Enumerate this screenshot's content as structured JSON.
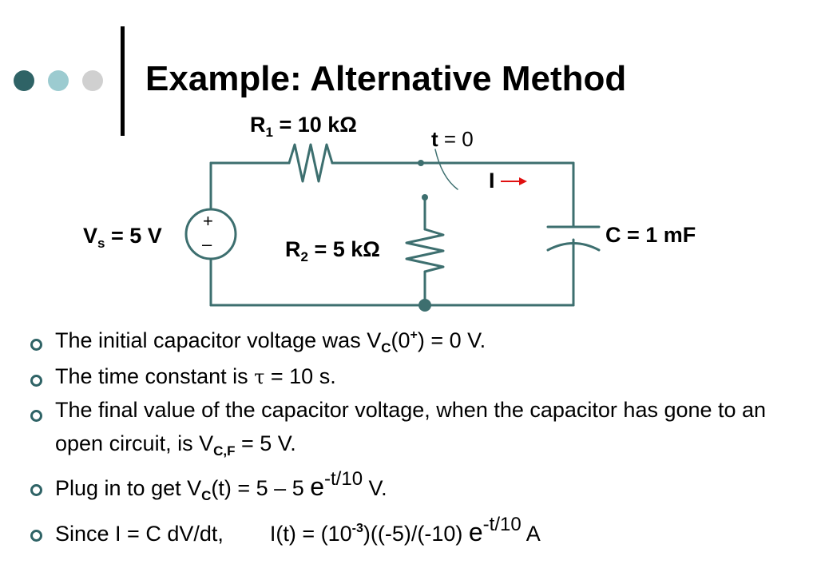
{
  "title": "Example:  Alternative Method",
  "decor": {
    "dot_colors": [
      "#2f6366",
      "#9ccbd0",
      "#d0d0d0"
    ],
    "wire_color": "#3d6f6f",
    "arrow_color": "#e01010"
  },
  "circuit": {
    "r1_label": "R",
    "r1_sub": "1",
    "r1_value": " = 10 kΩ",
    "t_bold": "t",
    "t_rest": " = 0",
    "current_label": "I",
    "vs_label": "V",
    "vs_sub": "s",
    "vs_value": " = 5 V",
    "source_plus": "+",
    "source_minus": "–",
    "r2_label": "R",
    "r2_sub": "2",
    "r2_value": " = 5 kΩ",
    "c_label": "C = 1 mF"
  },
  "bullets": {
    "b1": {
      "pre": "The initial capacitor voltage was V",
      "sub": "C",
      "mid": "(0",
      "sup": "+",
      "post": ") = 0 V."
    },
    "b2": {
      "pre": "The time constant is ",
      "tau": "τ",
      "post": " = 10 s."
    },
    "b3": {
      "pre": "The final value of the capacitor voltage, when the capacitor has gone to an open circuit, is V",
      "sub": "C,F",
      "post": " = 5 V."
    },
    "b4": {
      "pre": "Plug in to get V",
      "sub": "C",
      "mid": "(t) = 5 – 5 ",
      "e": "e",
      "exp": "-t/10",
      "post": "  V."
    },
    "b5": {
      "pre": "Since I = C dV/dt,",
      "mid": "I(t) = (10",
      "sup": "-3",
      "mid2": ")((-5)/(-10) ",
      "e": "e",
      "exp": "-t/10",
      "post": "  A"
    }
  }
}
